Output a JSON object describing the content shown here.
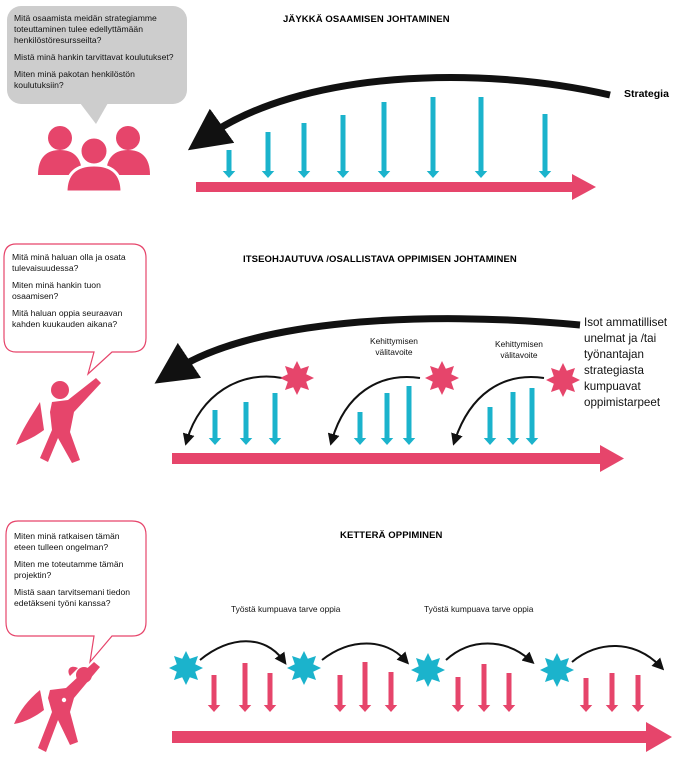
{
  "colors": {
    "pink": "#e6456b",
    "teal": "#1bb3cc",
    "black": "#111111",
    "bubble_grey": "#cdcdcd",
    "bubble_border_pink": "#e6456b"
  },
  "section1": {
    "title": "JÄYKKÄ OSAAMISEN JOHTAMINEN",
    "bubble": [
      "Mitä osaamista meidän strategiamme toteuttaminen tulee edellyttämään henkilöstöresursseilta?",
      "Mistä minä hankin tarvittavat koulutukset?",
      "Miten minä pakotan henkilöstön koulutuksiin?"
    ],
    "strategy_label": "Strategia",
    "icon": "group-of-people-icon"
  },
  "section2": {
    "title": "ITSEOHJAUTUVA /OSALLISTAVA OPPIMISEN JOHTAMINEN",
    "bubble": [
      "Mitä minä haluan olla ja osata tulevaisuudessa?",
      "Miten minä hankin tuon osaamisen?",
      "Mitä haluan oppia seuraavan kahden kuukauden aikana?"
    ],
    "milestone_labels": [
      "Kehittymisen\nvälitavoite",
      "Kehittymisen\nvälitavoite"
    ],
    "side_text": "Isot ammatilliset unelmat ja /tai työnantajan strategiasta kumpuavat oppimistarpeet",
    "icon": "superhero-icon"
  },
  "section3": {
    "title": "KETTERÄ OPPIMINEN",
    "bubble": [
      "Miten minä ratkaisen tämän eteen tulleen ongelman?",
      "Miten me toteutamme tämän projektin?",
      "Mistä saan tarvitsemani tiedon edetäkseni työni kanssa?"
    ],
    "need_labels": [
      "Työstä kumpuava tarve oppia",
      "Työstä kumpuava tarve oppia"
    ],
    "icon": "superwoman-icon"
  }
}
